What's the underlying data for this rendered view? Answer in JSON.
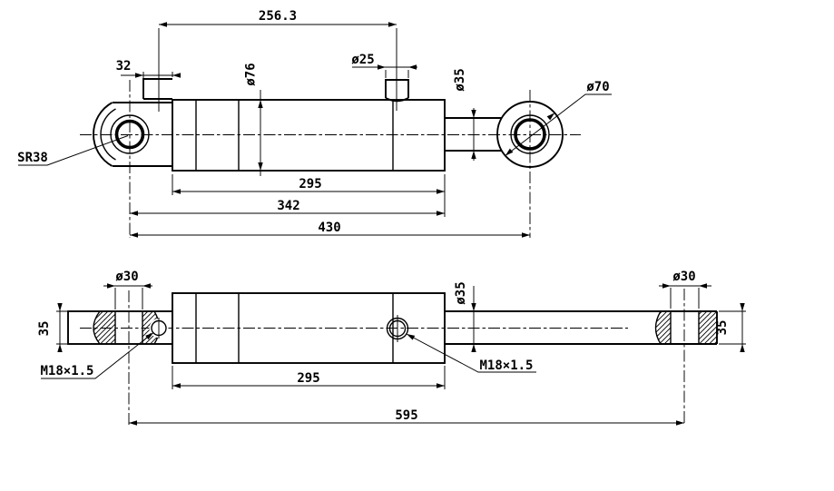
{
  "drawing": {
    "kind": "hydraulic-cylinder engineering drawing, two orthographic views",
    "colors": {
      "background": "#ffffff",
      "line": "#000000"
    },
    "side_view": {
      "port_spacing": "256.3",
      "port1_width": "32",
      "barrel_od": "ø76",
      "port_boss_od": "ø25",
      "rod_od": "ø35",
      "rod_eye_od": "ø70",
      "eye_ball_radius": "SR38",
      "barrel_length": "295",
      "body_length": "342",
      "overall_length": "430"
    },
    "plan_view": {
      "left_eye_bore": "ø30",
      "left_eye_width": "35",
      "left_port_thread": "M18×1.5",
      "barrel_length": "295",
      "rod_od": "ø35",
      "right_port_thread": "M18×1.5",
      "right_eye_bore": "ø30",
      "right_eye_width": "35",
      "overall_length": "595"
    }
  }
}
